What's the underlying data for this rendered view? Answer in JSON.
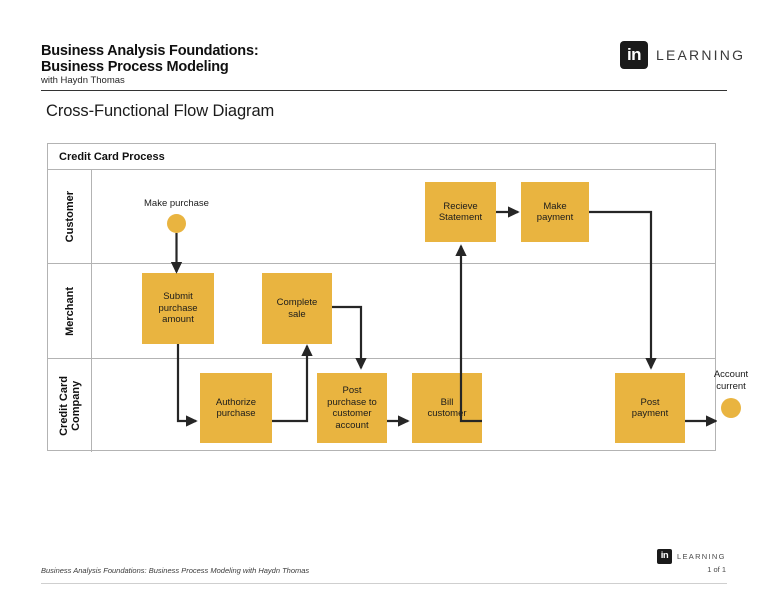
{
  "header": {
    "course_title": "Business Analysis Foundations:\nBusiness Process Modeling",
    "author": "with Haydn Thomas",
    "brand_mark": "in",
    "brand_word": "LEARNING"
  },
  "slide": {
    "title": "Cross-Functional Flow Diagram"
  },
  "diagram": {
    "pool_title": "Credit Card Process",
    "lanes": [
      {
        "label": "Customer"
      },
      {
        "label": "Merchant"
      },
      {
        "label": "Credit Card\nCompany"
      }
    ],
    "nodes": {
      "make_purchase_label": "Make purchase",
      "recieve_statement": "Recieve\nStatement",
      "make_payment": "Make\npayment",
      "submit_purchase_amount": "Submit\npurchase\namount",
      "complete_sale": "Complete\nsale",
      "authorize_purchase": "Authorize\npurchase",
      "post_purchase_to_customer_account": "Post\npurchase to\ncustomer\naccount",
      "bill_customer": "Bill\ncustomer",
      "post_payment": "Post\npayment",
      "account_current_label": "Account\ncurrent"
    },
    "colors": {
      "node_fill": "#E9B440",
      "lane_border": "#b3b3b3",
      "connector": "#262626"
    }
  },
  "footer": {
    "text": "Business Analysis Foundations: Business Process Modeling with Haydn Thomas",
    "brand_mark": "in",
    "brand_word": "LEARNING",
    "page": "1 of 1"
  }
}
